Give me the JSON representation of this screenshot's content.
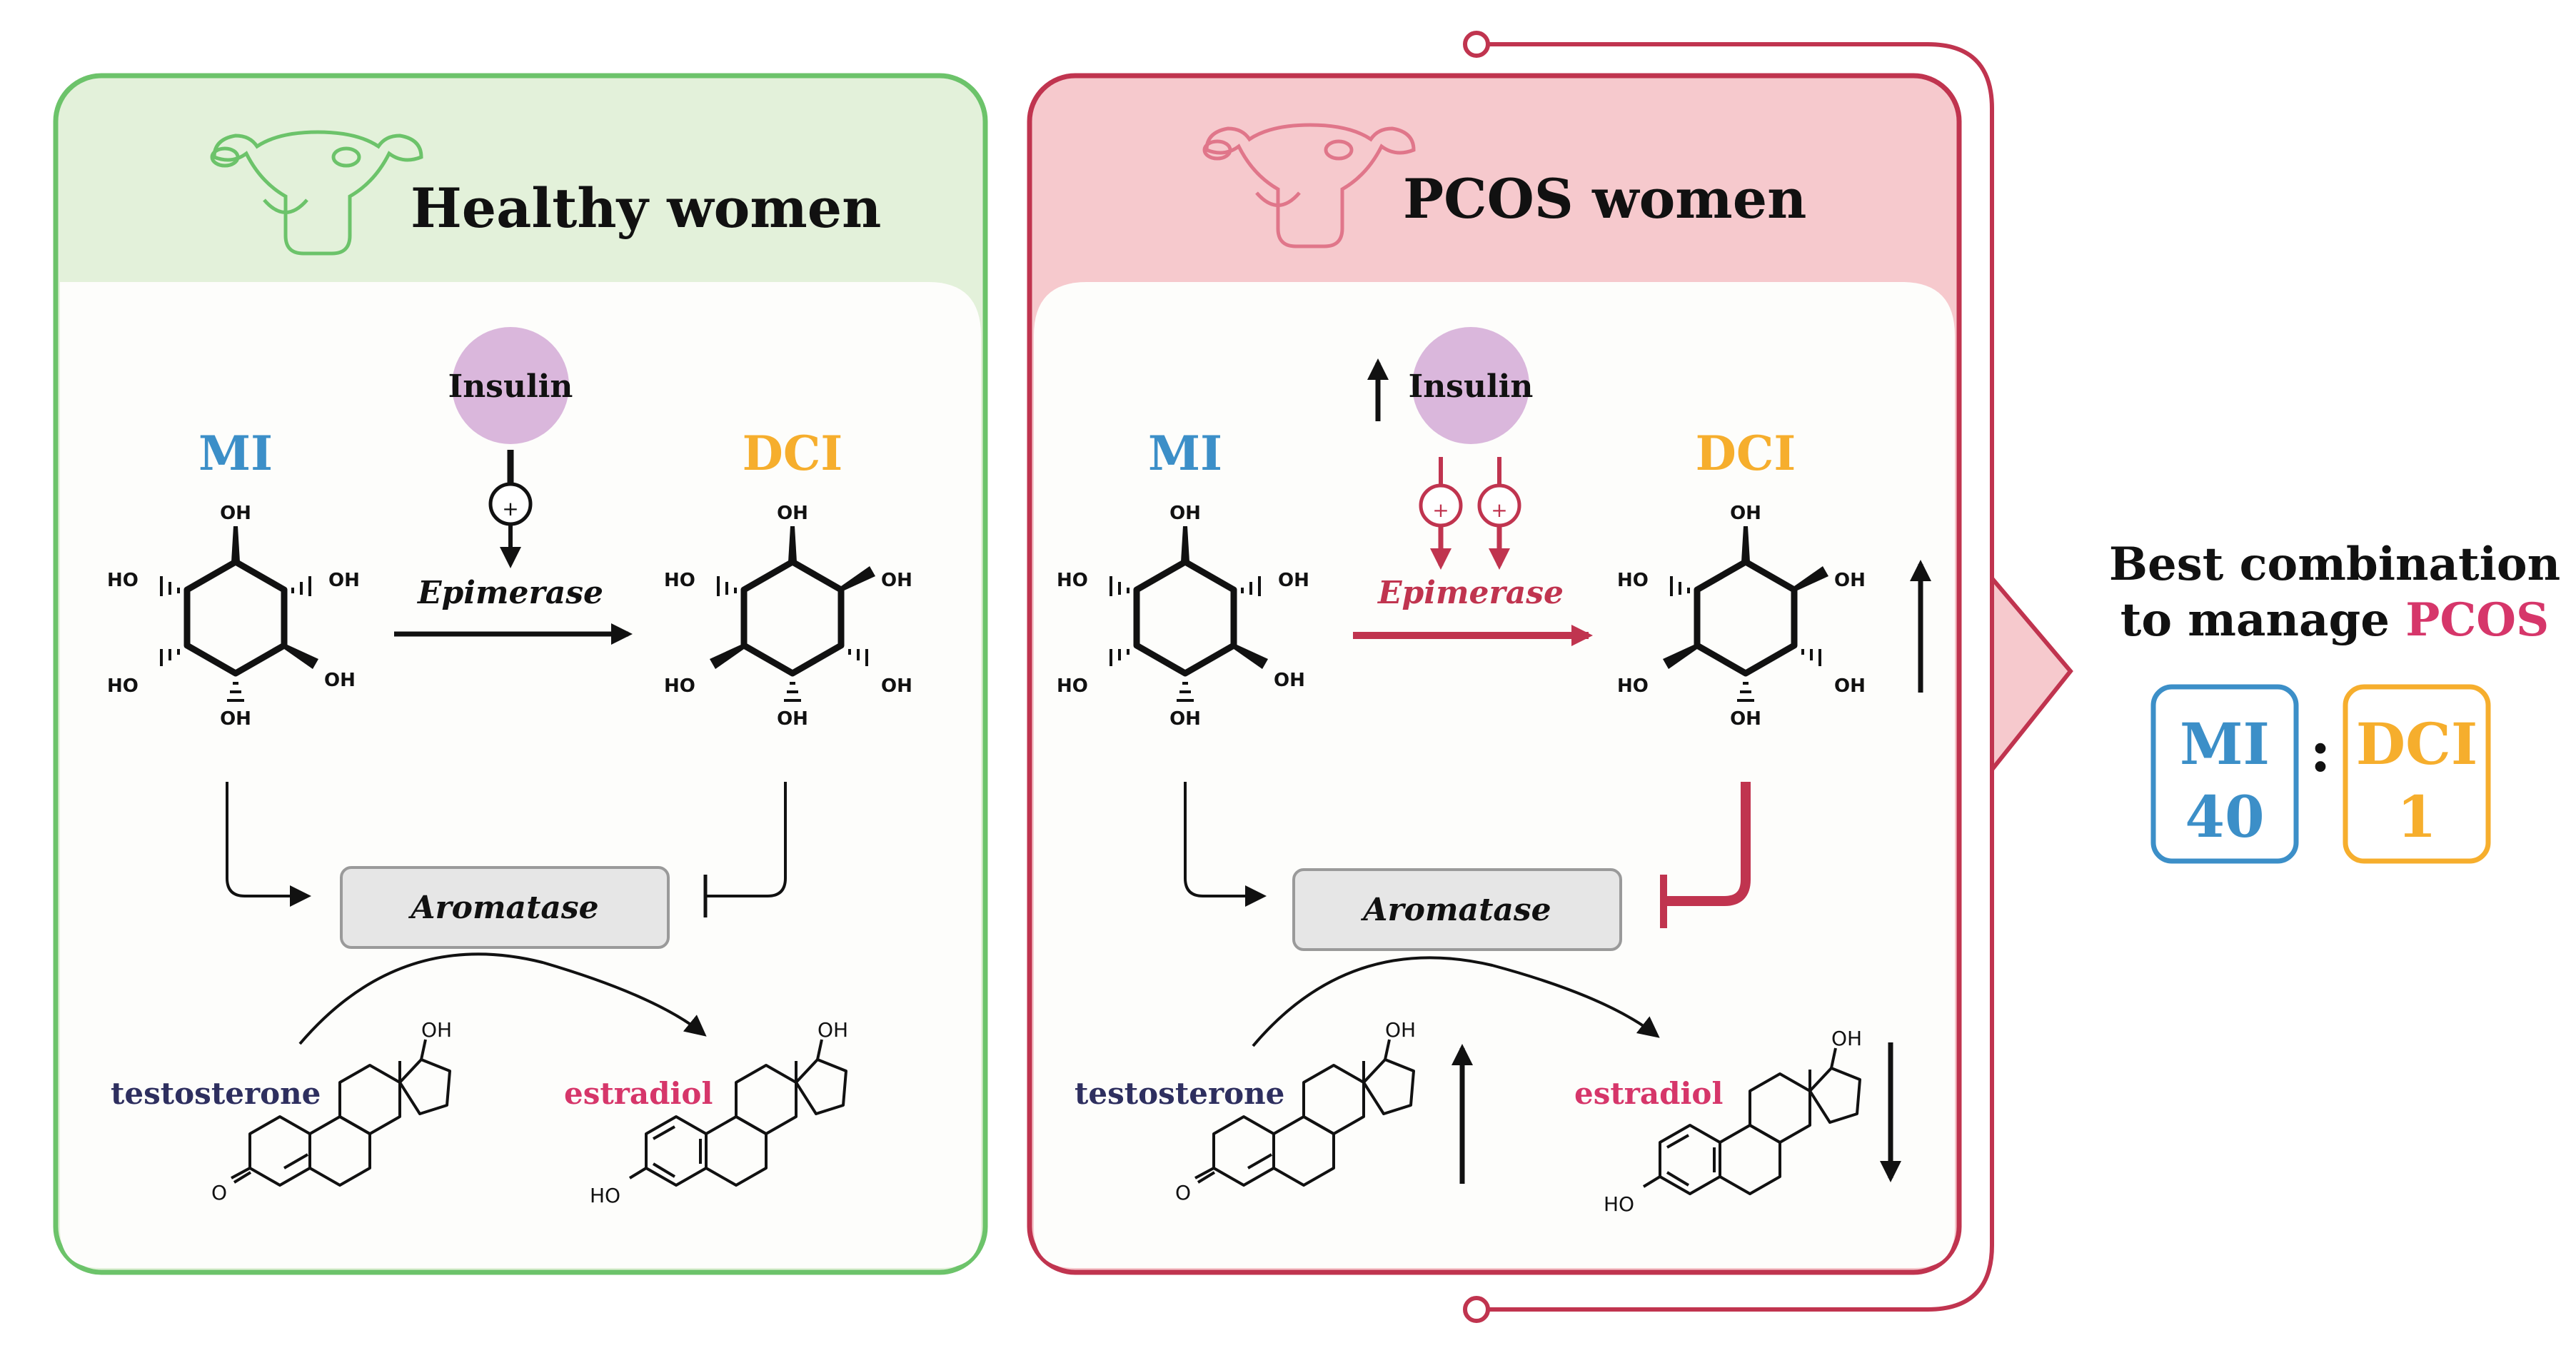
{
  "panels": {
    "healthy": {
      "title": "Healthy women"
    },
    "pcos": {
      "title": "PCOS women"
    }
  },
  "molecules": {
    "mi": "MI",
    "dci": "DCI",
    "insulin": "Insulin",
    "oh": "OH",
    "ho": "HO",
    "o": "O",
    "testosterone": "testosterone",
    "estradiol": "estradiol"
  },
  "enzymes": {
    "epimerase": "Epimerase",
    "aromatase": "Aromatase"
  },
  "symbols": {
    "plus": "+"
  },
  "summary": {
    "line1": "Best combination",
    "line2_prefix": "to manage ",
    "line2_highlight": "PCOS",
    "mi_label": "MI",
    "mi_value": "40",
    "separator": ":",
    "dci_label": "DCI",
    "dci_value": "1"
  },
  "colors": {
    "healthy_border": "#6cc36a",
    "healthy_header": "#e3f1da",
    "pcos_border": "#c0344f",
    "pcos_header": "#f6c9cd",
    "mi_blue": "#3c8fc8",
    "dci_orange": "#f6ae2d",
    "insulin_purple": "#dab7dc",
    "testosterone_navy": "#2e2f5f",
    "estradiol_pink": "#d6366a",
    "pcos_red": "#c0344f"
  }
}
